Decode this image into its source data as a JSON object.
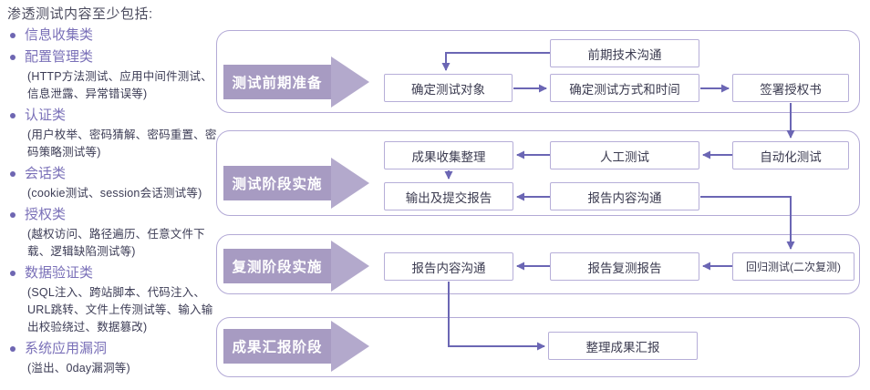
{
  "page": {
    "title": "渗透测试内容至少包括:"
  },
  "sidebar": {
    "items": [
      {
        "label": "信息收集类",
        "desc": ""
      },
      {
        "label": "配置管理类",
        "desc": "(HTTP方法测试、应用中间件测试、信息泄露、异常错误等)"
      },
      {
        "label": "认证类",
        "desc": "(用户枚举、密码猜解、密码重置、密码策略测试等)"
      },
      {
        "label": "会话类",
        "desc": "(cookie测试、session会话测试等)"
      },
      {
        "label": "授权类",
        "desc": "(越权访问、路径遍历、任意文件下载、逻辑缺陷测试等)"
      },
      {
        "label": "数据验证类",
        "desc": "(SQL注入、跨站脚本、代码注入、URL跳转、文件上传测试等、输入输出校验绕过、数据篡改)"
      },
      {
        "label": "系统应用漏洞",
        "desc": "(溢出、0day漏洞等)"
      }
    ]
  },
  "stages": [
    {
      "label": "测试前期准备",
      "boxes": [
        "前期技术沟通",
        "确定测试对象",
        "确定测试方式和时间",
        "签署授权书"
      ]
    },
    {
      "label": "测试阶段实施",
      "boxes": [
        "成果收集整理",
        "输出及提交报告",
        "人工测试",
        "报告内容沟通",
        "自动化测试"
      ]
    },
    {
      "label": "复测阶段实施",
      "boxes": [
        "报告内容沟通",
        "报告复测报告",
        "回归测试(二次复测)"
      ]
    },
    {
      "label": "成果汇报阶段",
      "boxes": [
        "整理成果汇报"
      ]
    }
  ],
  "colors": {
    "panel_border": "#b3aad6",
    "stage_arrow_body": "#a79bc2",
    "stage_arrow_head": "#b3a9cc",
    "connector": "#6b66b4",
    "category_text": "#7a70b8",
    "body_text": "#3c3c55",
    "box_text": "#3b3b50",
    "title_text": "#4b4b5e"
  }
}
